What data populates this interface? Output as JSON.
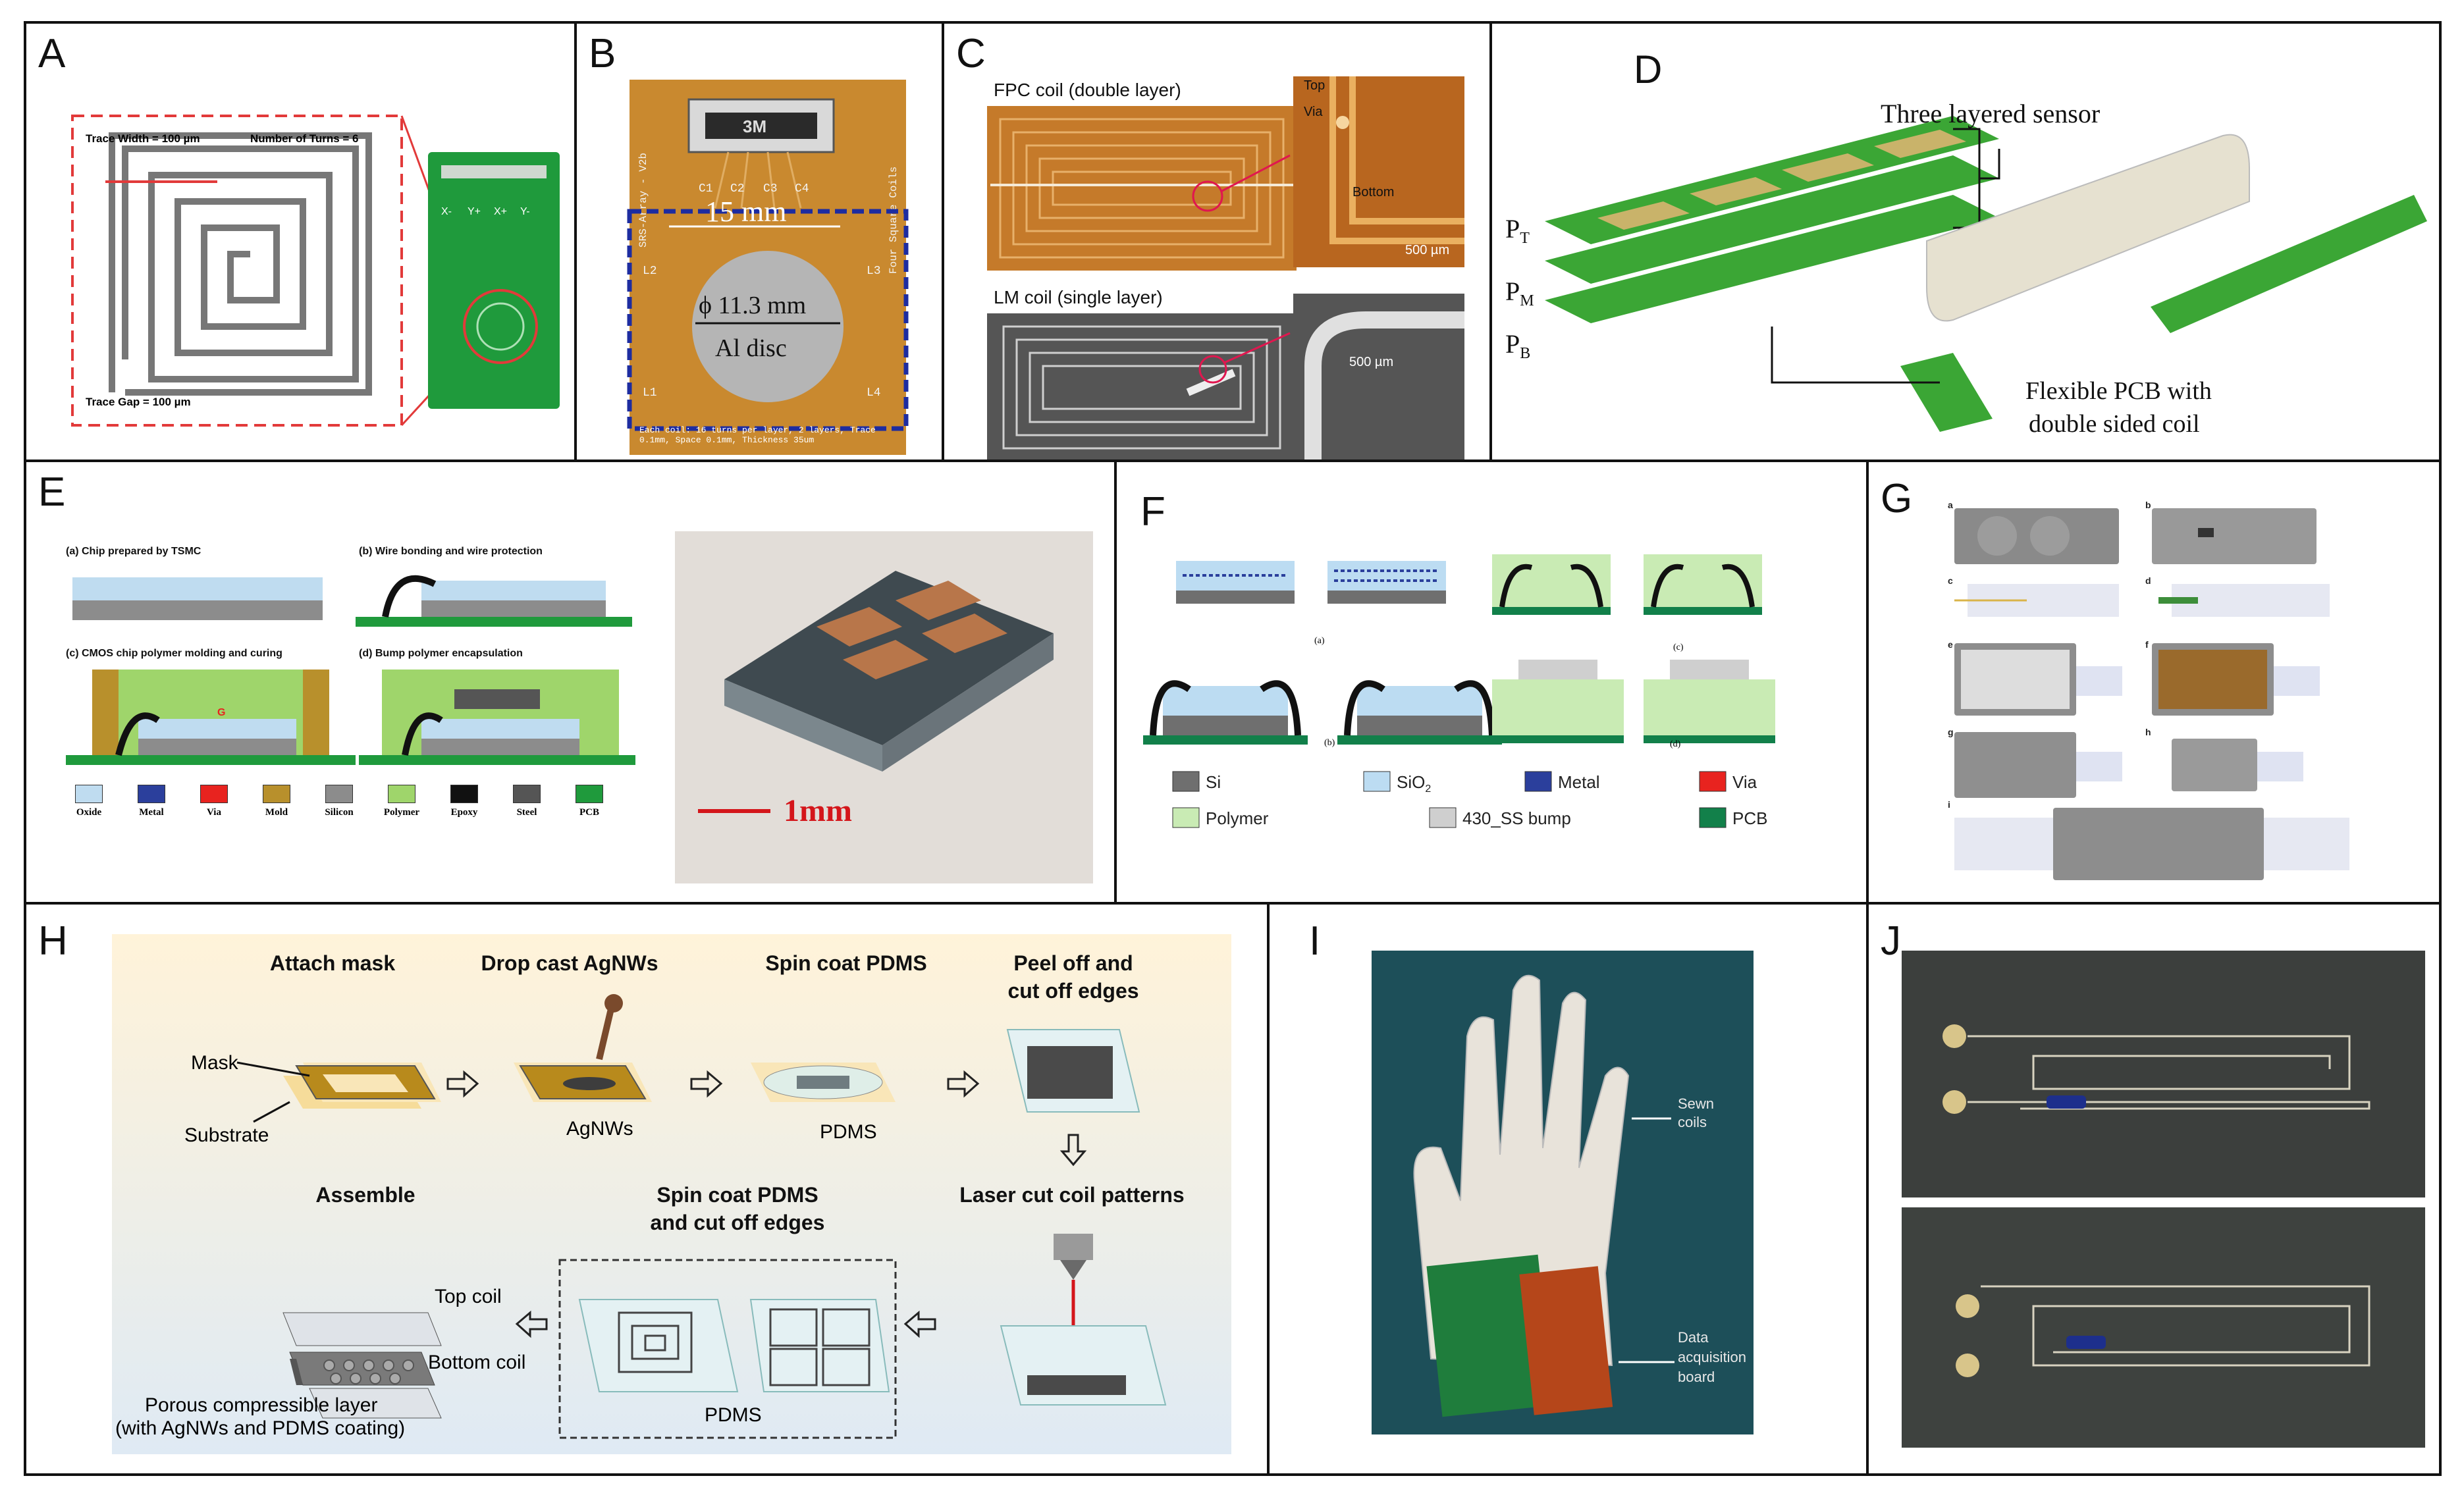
{
  "panels": [
    {
      "id": "A",
      "letter": "A"
    },
    {
      "id": "B",
      "letter": "B"
    },
    {
      "id": "C",
      "letter": "C"
    },
    {
      "id": "D",
      "letter": "D"
    },
    {
      "id": "E",
      "letter": "E"
    },
    {
      "id": "F",
      "letter": "F"
    },
    {
      "id": "G",
      "letter": "G"
    },
    {
      "id": "H",
      "letter": "H"
    },
    {
      "id": "I",
      "letter": "I"
    },
    {
      "id": "J",
      "letter": "J"
    }
  ],
  "a": {
    "trace_width": "Trace Width = 100 µm",
    "turns": "Number of Turns = 6",
    "trace_gap": "Trace Gap = 100 µm",
    "pins": [
      "X-",
      "Y+",
      "X+",
      "Y-"
    ]
  },
  "b": {
    "side_label": "SRS-Array - V2b",
    "right_label": "Four Square Coils",
    "coil_labels": [
      "C1",
      "C2",
      "C3",
      "C4"
    ],
    "corner_labels": [
      "L2",
      "L3",
      "L1",
      "L4"
    ],
    "dim": "15 mm",
    "disc_diam": "ϕ 11.3 mm",
    "disc_name": "Al disc",
    "note": "Each coil: 16 turns per layer, 2 layers, Trace 0.1mm, Space 0.1mm, Thickness 35um"
  },
  "c": {
    "fpc_title": "FPC coil (double layer)",
    "lm_title": "LM coil (single layer)",
    "top": "Top",
    "via": "Via",
    "bottom": "Bottom",
    "scale1": "500 µm",
    "scale2": "500 µm"
  },
  "d": {
    "letter": "D",
    "three_layer": "Three layered sensor",
    "pt": "P",
    "pt_sub": "T",
    "pm": "P",
    "pm_sub": "M",
    "pb": "P",
    "pb_sub": "B",
    "flex1": "Flexible PCB with",
    "flex2": "double sided coil"
  },
  "e": {
    "step_a": "(a) Chip prepared by TSMC",
    "step_b": "(b) Wire bonding and wire protection",
    "step_c": "(c) CMOS chip polymer molding and curing",
    "step_d": "(d) Bump polymer encapsulation",
    "g": "G",
    "scale": "1mm",
    "legend": [
      {
        "label": "Oxide",
        "color": "#bfdcf0"
      },
      {
        "label": "Metal",
        "color": "#2b3f9c"
      },
      {
        "label": "Via",
        "color": "#e8231f"
      },
      {
        "label": "Mold",
        "color": "#b8902c"
      },
      {
        "label": "Silicon",
        "color": "#8c8c8c"
      },
      {
        "label": "Polymer",
        "color": "#9fd56b"
      },
      {
        "label": "Epoxy",
        "color": "#111111"
      },
      {
        "label": "Steel",
        "color": "#555555"
      },
      {
        "label": "PCB",
        "color": "#1f9a3c"
      }
    ]
  },
  "f": {
    "sub": [
      "(a)",
      "(b)",
      "(c)",
      "(d)"
    ],
    "legend": [
      {
        "label": "Si",
        "color": "#6f6f6f"
      },
      {
        "label": "SiO",
        "sub": "2",
        "color": "#bcdcf2"
      },
      {
        "label": "Metal",
        "color": "#2b3f9c"
      },
      {
        "label": "Via",
        "color": "#e8231f"
      },
      {
        "label": "Polymer",
        "color": "#c9ebb4"
      },
      {
        "label": "430_SS bump",
        "color": "#cfcfcf"
      },
      {
        "label": "PCB",
        "color": "#12804a"
      }
    ]
  },
  "g": {
    "labels": [
      "a",
      "b",
      "c",
      "d",
      "e",
      "f",
      "g",
      "h",
      "i"
    ]
  },
  "h": {
    "attach": "Attach mask",
    "drop": "Drop cast AgNWs",
    "spin": "Spin coat PDMS",
    "peel1": "Peel off and",
    "peel2": "cut off edges",
    "mask": "Mask",
    "substrate": "Substrate",
    "agnws": "AgNWs",
    "pdms1": "PDMS",
    "laser": "Laser cut coil patterns",
    "spin2a": "Spin coat PDMS",
    "spin2b": "and cut off edges",
    "assemble": "Assemble",
    "top_coil": "Top coil",
    "bottom_coil": "Bottom coil",
    "porous1": "Porous compressible layer",
    "porous2": "(with AgNWs and PDMS coating)",
    "pdms2": "PDMS"
  },
  "i": {
    "sewn1": "Sewn",
    "sewn2": "coils",
    "daq1": "Data",
    "daq2": "acquisition",
    "daq3": "board"
  }
}
